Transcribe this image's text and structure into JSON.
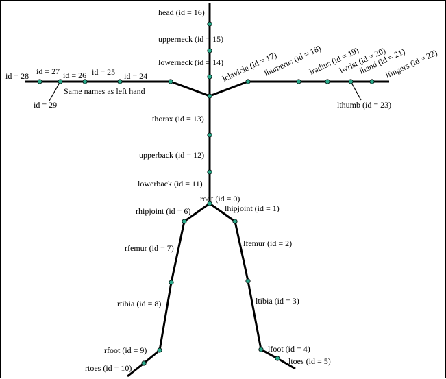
{
  "colors": {
    "bone": "#000000",
    "joint": "#2aa98a",
    "background": "#ffffff"
  },
  "joints": {
    "root": "root (id = 0)",
    "lhipjoint": "lhipjoint (id = 1)",
    "lfemur": "lfemur (id = 2)",
    "ltibia": "ltibia (id = 3)",
    "lfoot": "lfoot (id = 4)",
    "ltoes": "ltoes (id = 5)",
    "rhipjoint": "rhipjoint (id = 6)",
    "rfemur": "rfemur (id = 7)",
    "rtibia": "rtibia (id = 8)",
    "rfoot": "rfoot (id = 9)",
    "rtoes": "rtoes (id = 10)",
    "lowerback": "lowerback (id = 11)",
    "upperback": "upperback (id = 12)",
    "thorax": "thorax  (id = 13)",
    "lowerneck": "lowerneck (id = 14)",
    "upperneck": "upperneck (id = 15)",
    "head": "head  (id = 16)",
    "lclavicle": "lclavicle (id = 17)",
    "lhumerus": "lhumerus (id = 18)",
    "lradius": "lradius (id = 19)",
    "lwrist": "lwrist (id = 20)",
    "lhand": "lhand (id = 21)",
    "lfingers": "lfingers (id = 22)",
    "lthumb": "lthumb (id = 23)",
    "id24": "id = 24",
    "id25": "id = 25",
    "id26": "id = 26",
    "id27": "id = 27",
    "id28": "id = 28",
    "id29": "id = 29"
  },
  "note": "Same names as left hand"
}
